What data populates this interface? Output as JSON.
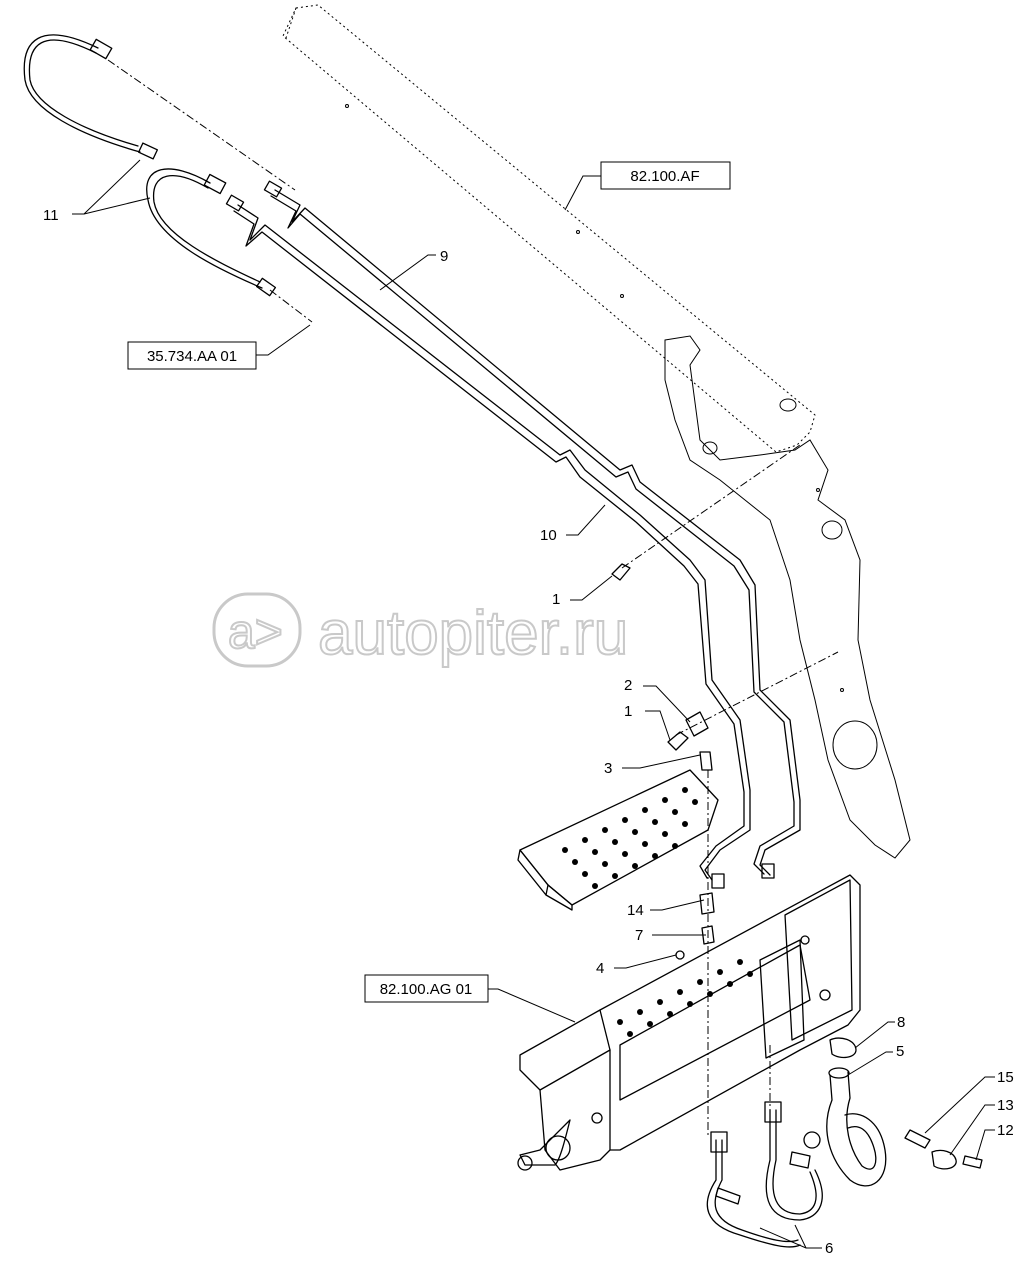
{
  "watermark": {
    "text": "autopiter.ru"
  },
  "references": [
    {
      "id": "ref-82-100-af",
      "label": "82.100.AF"
    },
    {
      "id": "ref-35-734-aa-01",
      "label": "35.734.AA 01"
    },
    {
      "id": "ref-82-100-ag-01",
      "label": "82.100.AG 01"
    }
  ],
  "callouts": [
    "11",
    "9",
    "10",
    "1",
    "2",
    "1",
    "3",
    "14",
    "7",
    "4",
    "8",
    "5",
    "15",
    "13",
    "12",
    "6"
  ]
}
